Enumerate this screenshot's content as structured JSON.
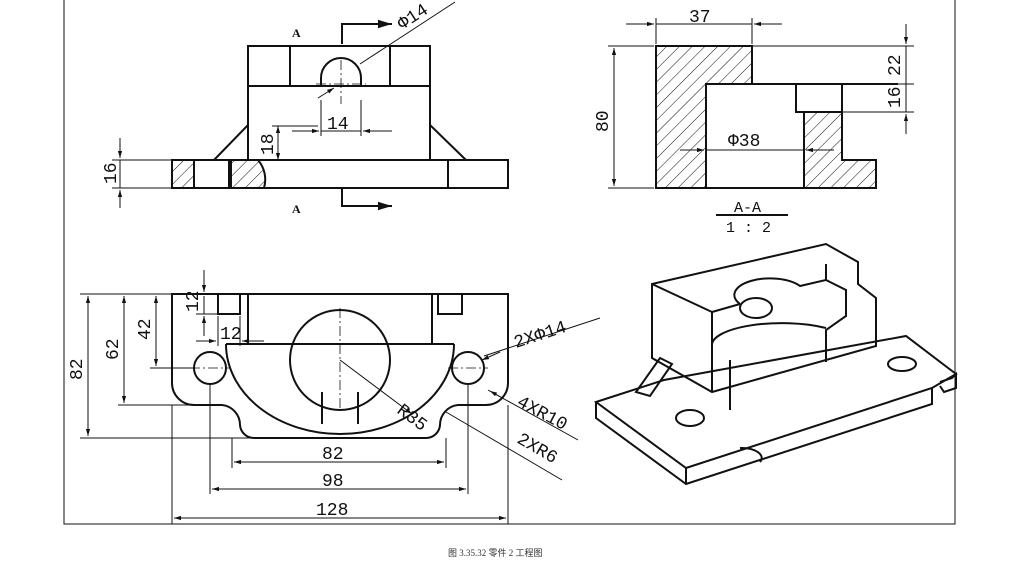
{
  "section_marks": {
    "top": "A",
    "bottom": "A"
  },
  "front_view": {
    "dims": {
      "hole_dia": "Φ14",
      "hole_width": "14",
      "boss_height": "18",
      "base_height": "16"
    }
  },
  "section_view": {
    "dims": {
      "width": "37",
      "top_offset": "22",
      "step": "16",
      "height": "80",
      "bore_dia": "Φ38"
    },
    "title": "A-A",
    "scale": "1 : 2"
  },
  "top_view": {
    "dims": {
      "d12_v": "12",
      "d12_h": "12",
      "d42": "42",
      "d62": "62",
      "d82_v": "82",
      "holes": "2XΦ14",
      "r35": "R35",
      "fillets": "4XR10",
      "r6": "2XR6",
      "d82_h": "82",
      "d98": "98",
      "d128": "128"
    }
  },
  "caption": "图 3.35.32   零件 2 工程图"
}
